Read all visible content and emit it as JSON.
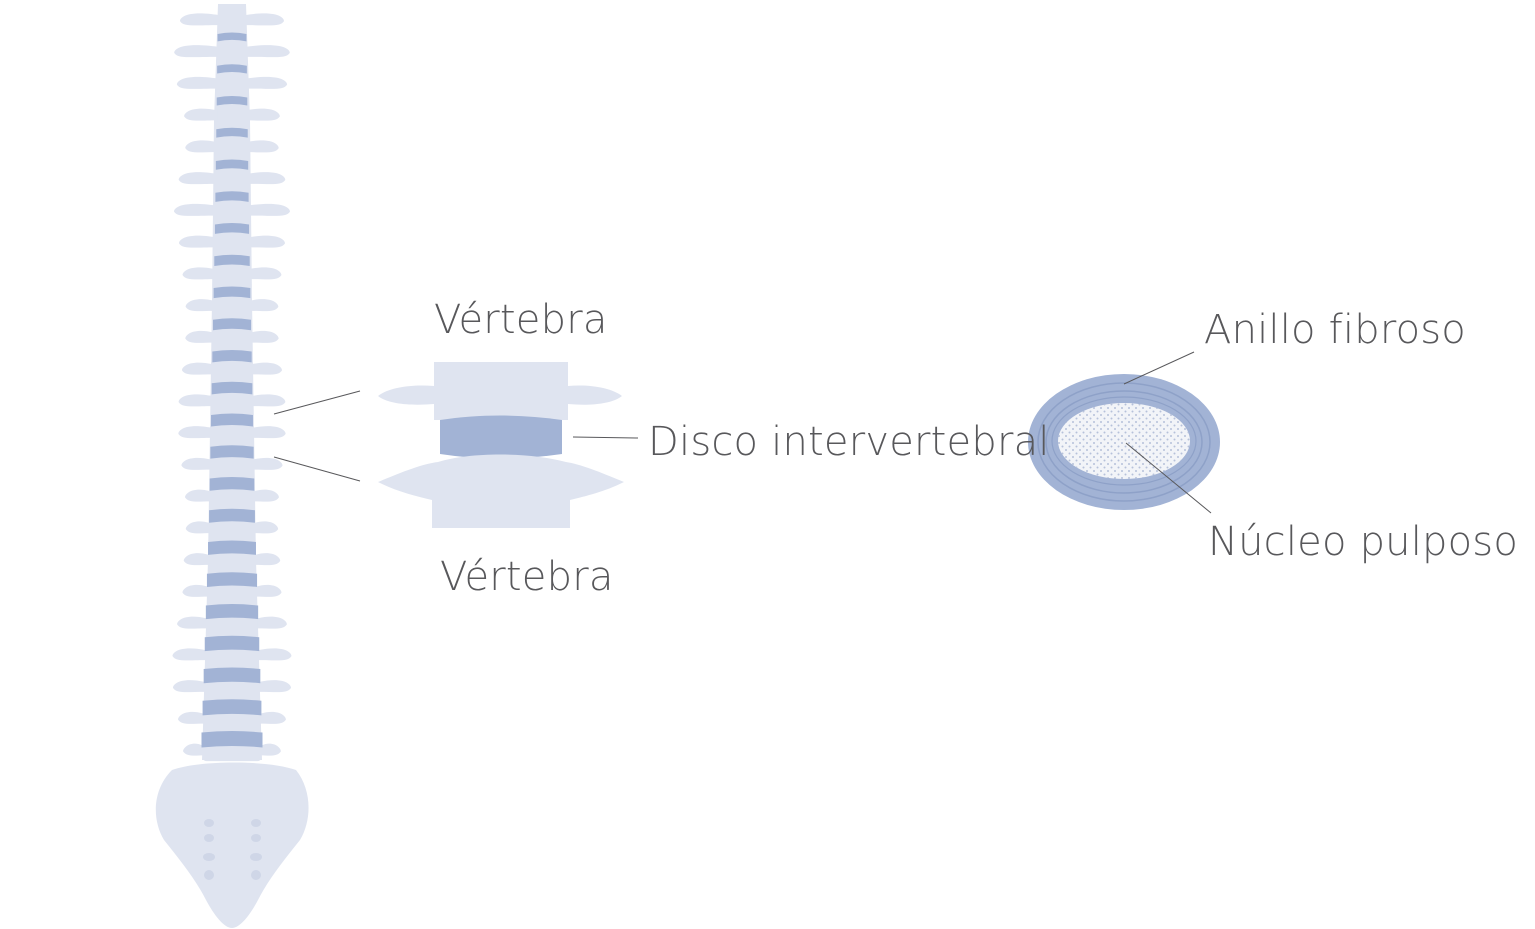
{
  "labels": {
    "vertebra_top": "Vértebra",
    "vertebra_bottom": "Vértebra",
    "disco": "Disco intervertebral",
    "anillo": "Anillo fibroso",
    "nucleo": "Núcleo pulposo"
  },
  "colors": {
    "bone": "#dfe4f0",
    "disc": "#a2b3d5",
    "disc_ring_line": "#8ea1c8",
    "nucleus": "#f2f4f8",
    "nucleus_dots": "#b6c1da",
    "leader_line": "#58585b",
    "text": "#58585b"
  },
  "spine": {
    "vertebra_count": 24
  }
}
